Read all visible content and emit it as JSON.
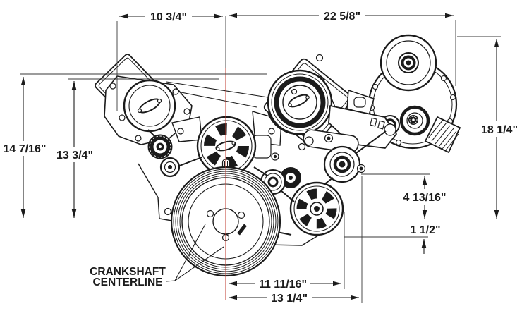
{
  "diagram": {
    "type": "engineering-dimension-drawing",
    "subject": "engine front accessory drive system front view",
    "colors": {
      "line": "#1b1b1b",
      "centerline_red": "#bf3a2d",
      "background": "#ffffff"
    },
    "callout": {
      "line1": "CRANKSHAFT",
      "line2": "CENTERLINE"
    },
    "dimensions": {
      "top_width_left": {
        "label": "10 3/4\""
      },
      "top_width_right": {
        "label": "22 5/8\""
      },
      "left_height_outer": {
        "label": "14 7/16\""
      },
      "left_height_inner": {
        "label": "13 3/4\""
      },
      "right_height": {
        "label": "18 1/4\""
      },
      "idler_to_centerline": {
        "label": "4 13/16\""
      },
      "below_centerline": {
        "label": "1 1/2\""
      },
      "bottom_width_inner": {
        "label": "11 11/16\""
      },
      "bottom_width_outer": {
        "label": "13 1/4\""
      }
    }
  }
}
